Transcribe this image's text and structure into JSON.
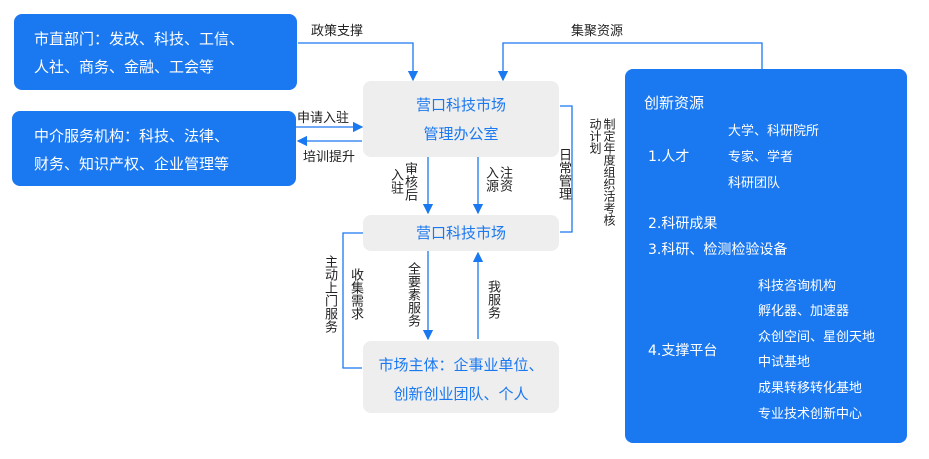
{
  "boxes": {
    "gov_line1": "市直部门：发改、科技、工信、",
    "gov_line2": "人社、商务、金融、工会等",
    "agency_line1": "中介服务机构：科技、法律、",
    "agency_line2": "财务、知识产权、企业管理等",
    "office_line1": "营口科技市场",
    "office_line2": "管理办公室",
    "market": "营口科技市场",
    "entity_line1": "市场主体：企事业单位、",
    "entity_line2": "创新创业团队、个人"
  },
  "edges": {
    "policy": "政策支撑",
    "gather": "集聚资源",
    "apply": "申请入驻",
    "train": "培训提升",
    "review": "审核后",
    "enter": "入驻",
    "inject1": "注资",
    "inject2": "入源",
    "daily": "日常管理",
    "plan": "制定年度组织活考核动计划",
    "visit": "主动上门服务",
    "collect": "收集需求",
    "allfactor": "全要素服务",
    "myservice": "我服务"
  },
  "resources": {
    "title": "创新资源",
    "talent": "1.人才",
    "talent_items": [
      "大学、科研院所",
      "专家、学者",
      "科研团队"
    ],
    "results": "2.科研成果",
    "equipment": "3.科研、检测检验设备",
    "platform": "4.支撑平台",
    "platform_items": [
      "科技咨询机构",
      "孵化器、加速器",
      "众创空间、星创天地",
      "中试基地",
      "成果转移转化基地",
      "专业技术创新中心"
    ]
  }
}
